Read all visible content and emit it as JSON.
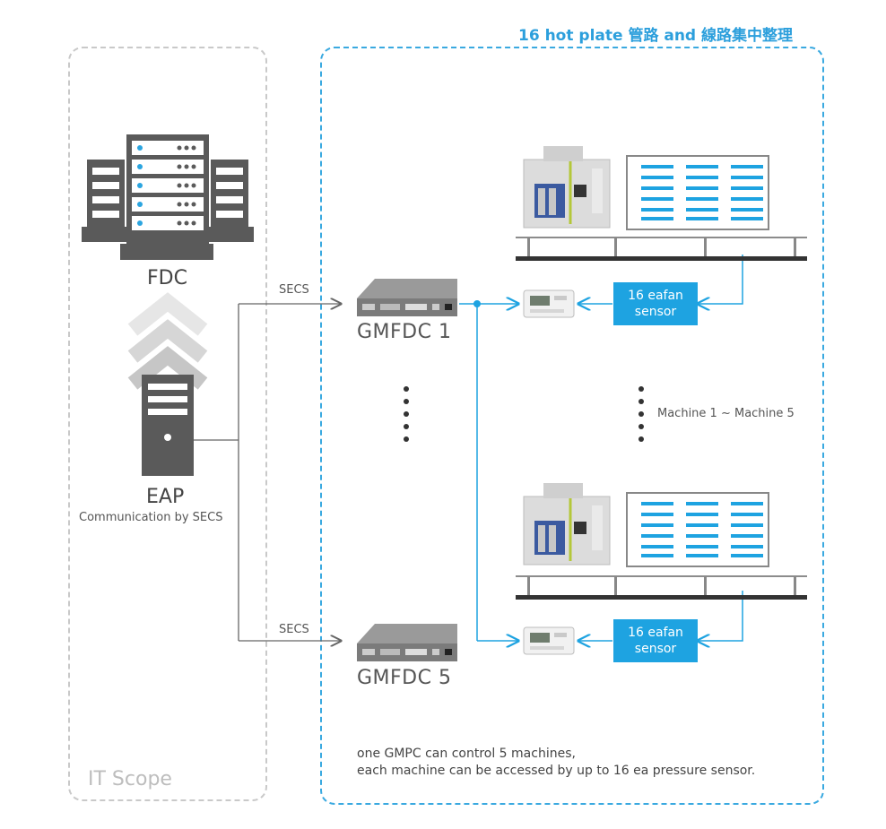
{
  "top_title": "16 hot plate 管路 and 線路集中整理",
  "it_scope": "IT Scope",
  "fdc": {
    "label": "FDC"
  },
  "eap": {
    "label": "EAP",
    "caption": "Communication by SECS"
  },
  "secs_label_1": "SECS",
  "secs_label_2": "SECS",
  "gmfdc_1": "GMFDC 1",
  "gmfdc_5": "GMFDC 5",
  "sensor_1": {
    "line1": "16 eafan",
    "line2": "sensor"
  },
  "sensor_2": {
    "line1": "16 eafan",
    "line2": "sensor"
  },
  "machines_range": "Machine 1 ~ Machine 5",
  "note": {
    "line1": "one GMPC can control 5 machines,",
    "line2": "each machine can be accessed by up to 16 ea pressure sensor."
  },
  "colors": {
    "accent": "#1ea3e1",
    "dark_icon": "#5a5a5a",
    "gray_line": "#666666",
    "dashed_gray": "#c9c9c9"
  },
  "icons": [
    "server-rack-icon",
    "up-chevrons-icon",
    "tower-server-icon",
    "industrial-pc-icon",
    "hot-plate-machine-icon",
    "sensor-module-icon",
    "panel-grid-icon"
  ]
}
